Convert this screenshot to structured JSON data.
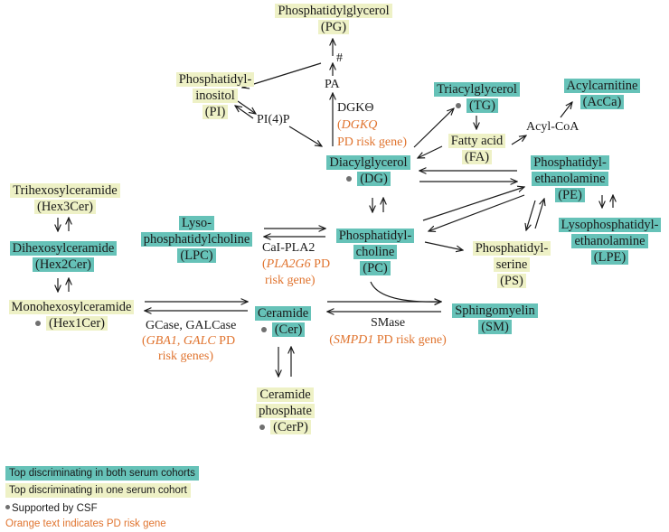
{
  "nodes": {
    "pg": {
      "line1": "Phosphatidylglycerol",
      "line2": "(PG)"
    },
    "pi": {
      "line1": "Phosphatidyl-",
      "line2": "inositol",
      "line3": "(PI)"
    },
    "tg": {
      "line1": "Triacylglycerol",
      "line2": "(TG)"
    },
    "acca": {
      "line1": "Acylcarnitine",
      "line2": "(AcCa)"
    },
    "fa": {
      "line1": "Fatty acid",
      "line2": "(FA)"
    },
    "dg": {
      "line1": "Diacylglycerol",
      "line2": "(DG)"
    },
    "pe": {
      "line1": "Phosphatidyl-",
      "line2": "ethanolamine",
      "line3": "(PE)"
    },
    "lpe": {
      "line1": "Lysophosphatidyl-",
      "line2": "ethanolamine",
      "line3": "(LPE)"
    },
    "hex3": {
      "line1": "Trihexosylceramide",
      "line2": "(Hex3Cer)"
    },
    "hex2": {
      "line1": "Dihexosylceramide",
      "line2": "(Hex2Cer)"
    },
    "hex1": {
      "line1": "Monohexosylceramide",
      "line2": "(Hex1Cer)"
    },
    "lpc": {
      "line1": "Lyso-",
      "line2": "phosphatidylcholine",
      "line3": "(LPC)"
    },
    "pc": {
      "line1": "Phosphatidyl-",
      "line2": "choline",
      "line3": "(PC)"
    },
    "ps": {
      "line1": "Phosphatidyl-",
      "line2": "serine",
      "line3": "(PS)"
    },
    "cer": {
      "line1": "Ceramide",
      "line2": "(Cer)"
    },
    "sm": {
      "line1": "Sphingomyelin",
      "line2": "(SM)"
    },
    "cerp": {
      "line1": "Ceramide",
      "line2": "phosphate",
      "line3": "(CerP)"
    }
  },
  "labels": {
    "pa": "PA",
    "pi4p": "PI(4)P",
    "acylcoa": "Acyl-CoA",
    "hash": "#",
    "dgk_enzyme": "DGKΘ",
    "dgk_gene": "DGKQ",
    "dgk_risk": "PD risk gene)",
    "pla2_enzyme": "CaI-PLA2",
    "pla2_gene": "PLA2G6",
    "pla2_risk1": " PD",
    "pla2_risk2": "risk gene)",
    "gcase_enzyme": "GCase, GALCase",
    "gcase_gene": "GBA1, GALC",
    "gcase_risk1": " PD",
    "gcase_risk2": "risk genes)",
    "smase_enzyme": "SMase",
    "smase_gene": "SMPD1",
    "smase_risk": " PD risk gene)",
    "open_paren": "("
  },
  "legend": {
    "both": "Top discriminating in both serum cohorts",
    "one": "Top discriminating in one serum cohort",
    "csf": "Supported by CSF",
    "orange": "Orange text indicates PD risk gene"
  },
  "colors": {
    "both": "#66c2b8",
    "one": "#eef1c6",
    "orange": "#e0742f",
    "dot": "#707070"
  }
}
